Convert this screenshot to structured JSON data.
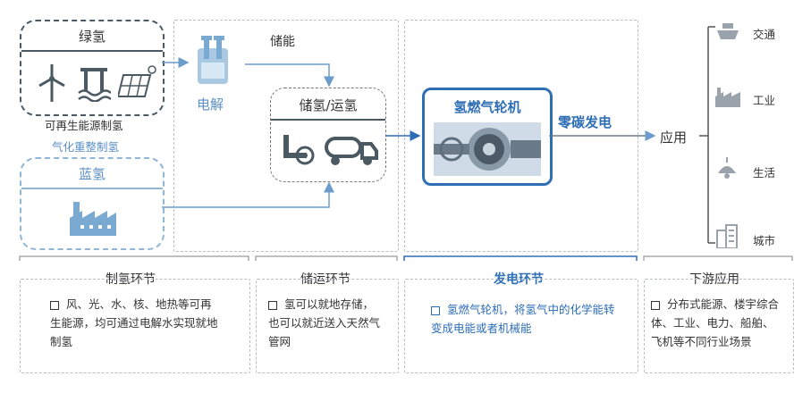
{
  "green_h2": {
    "title": "绿氢",
    "sub1": "可再生能源制氢",
    "sub2": "气化重整制氢"
  },
  "blue_h2": {
    "title": "蓝氢"
  },
  "storage": {
    "title": "储能",
    "electrolysis": "电解",
    "transport_title": "储氢/运氢"
  },
  "turbine": {
    "title": "氢燃气轮机",
    "output": "零碳发电"
  },
  "application": {
    "label": "应用",
    "items": [
      {
        "name": "交通",
        "icon": "ship-icon"
      },
      {
        "name": "工业",
        "icon": "factory-icon"
      },
      {
        "name": "生活",
        "icon": "lamp-icon"
      },
      {
        "name": "城市",
        "icon": "building-icon"
      }
    ]
  },
  "sections": [
    {
      "title": "制氢环节",
      "desc": "风、光、水、核、地热等可再生能源，均可通过电解水实现就地制氢"
    },
    {
      "title": "储运环节",
      "desc": "氢可以就地存储，也可以就近送入天然气管网"
    },
    {
      "title": "发电环节",
      "desc": "氢燃气轮机，将氢气中的化学能转变成电能或者机械能"
    },
    {
      "title": "下游应用",
      "desc": "分布式能源、楼宇综合体、工业、电力、船舶、飞机等不同行业场景"
    }
  ],
  "colors": {
    "accent": "#2e6eb5",
    "green_border": "#4b5a62",
    "blue_border": "#8fb6d6",
    "dash": "#b9bec4"
  }
}
